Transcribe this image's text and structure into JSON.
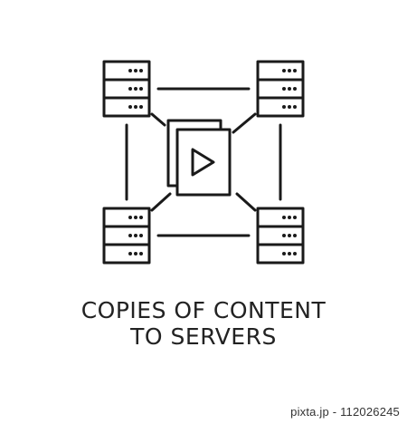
{
  "caption": {
    "line1": "COPIES OF CONTENT",
    "line2": "TO SERVERS"
  },
  "watermark": {
    "text": "pixta.jp - 112026245"
  },
  "icons": {
    "center": "video-file-icon",
    "servers": [
      "server-icon",
      "server-icon",
      "server-icon",
      "server-icon"
    ]
  },
  "colors": {
    "stroke": "#1a1a1a",
    "background": "#ffffff",
    "caption": "#222222"
  }
}
